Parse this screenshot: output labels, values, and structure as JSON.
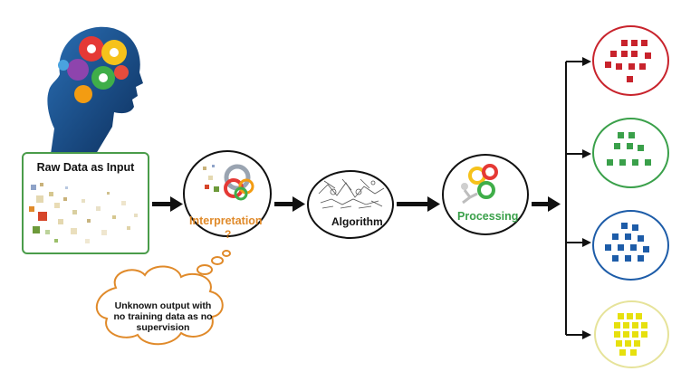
{
  "input": {
    "title": "Raw Data as Input"
  },
  "steps": {
    "interpretation_label": "Interpretation",
    "interpretation_mark": "?",
    "algorithm_label": "Algorithm",
    "processing_label": "Processing"
  },
  "cloud": {
    "lines": [
      "Unknown output with",
      "no training data as no",
      "supervision"
    ]
  },
  "colors": {
    "input_border": "#4a9c4a",
    "interpretation": "#e08a2a",
    "processing": "#3aa04a",
    "cluster_red": "#c8232c",
    "cluster_green": "#3aa04a",
    "cluster_blue": "#1d5ca8",
    "cluster_yellow": "#e6e00e",
    "cloud_outline": "#e08a2a"
  },
  "icons": [
    "head-gears-icon",
    "gears-icon",
    "person-gears-icon",
    "arrow-right-icon",
    "thought-cloud-icon"
  ]
}
